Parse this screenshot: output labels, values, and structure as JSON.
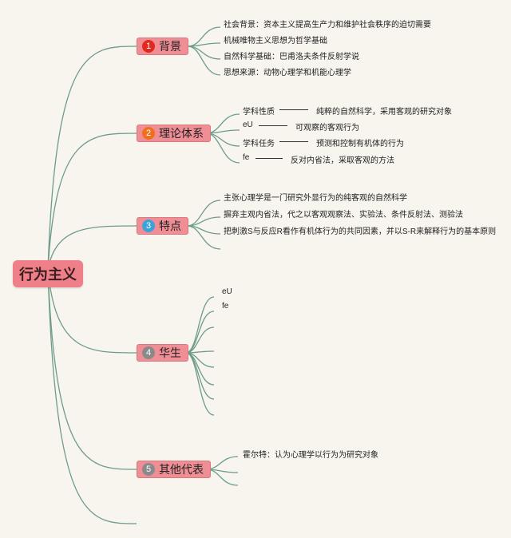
{
  "root": {
    "label": "行为主义"
  },
  "branches": [
    {
      "num": "1",
      "num_color": "#e02a1f",
      "label": "背景",
      "items": [
        "社会背景：资本主义提高生产力和维护社会秩序的迫切需要",
        "机械唯物主义思想为哲学基础",
        "自然科学基础：巴甫洛夫条件反射学说",
        "思想来源：动物心理学和机能心理学"
      ]
    },
    {
      "num": "2",
      "num_color": "#ee6f1f",
      "label": "理论体系",
      "items": [
        {
          "key": "学科性质",
          "value": "纯粹的自然科学，采用客观的研究对象"
        },
        {
          "key": "eU",
          "value": "可观察的客观行为"
        },
        {
          "key": "学科任务",
          "value": "预测和控制有机体的行为"
        },
        {
          "key": "fe",
          "value": "反对内省法，采取客观的方法"
        }
      ]
    },
    {
      "num": "3",
      "num_color": "#3ba3d9",
      "label": "特点",
      "items": [
        "主张心理学是一门研究外显行为的纯客观的自然科学",
        "摒弃主观内省法，代之以客观观察法、实验法、条件反射法、测验法",
        "把刺激S与反应R看作有机体行为的共同因素，并以S-R来解释行为的基本原则"
      ]
    },
    {
      "num": "4",
      "num_color": "#8a8a8a",
      "label": "华生",
      "items": [
        "eU",
        "fe",
        "",
        "",
        "",
        "",
        ""
      ]
    },
    {
      "num": "5",
      "num_color": "#8a8a8a",
      "label": "其他代表",
      "items": [
        "霍尔特：认为心理学以行为为研究对象",
        "",
        ""
      ]
    }
  ]
}
